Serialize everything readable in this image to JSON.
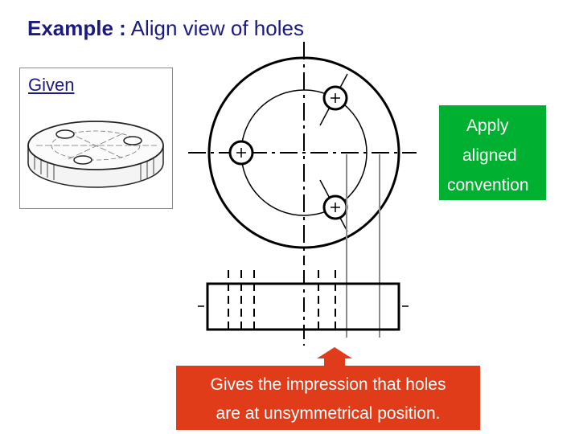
{
  "title": {
    "bold": "Example :",
    "rest": "Align view of holes"
  },
  "given": {
    "label": "Given"
  },
  "callout_green": {
    "lines": [
      "Apply",
      "aligned",
      "convention"
    ],
    "color": "#00b030"
  },
  "callout_red": {
    "lines": [
      "Gives the impression that holes",
      "are at unsymmetrical position."
    ],
    "color": "#e03c1a"
  },
  "colors": {
    "title": "#1a1a80",
    "line": "#000000",
    "projection": "#8c8c8c"
  }
}
